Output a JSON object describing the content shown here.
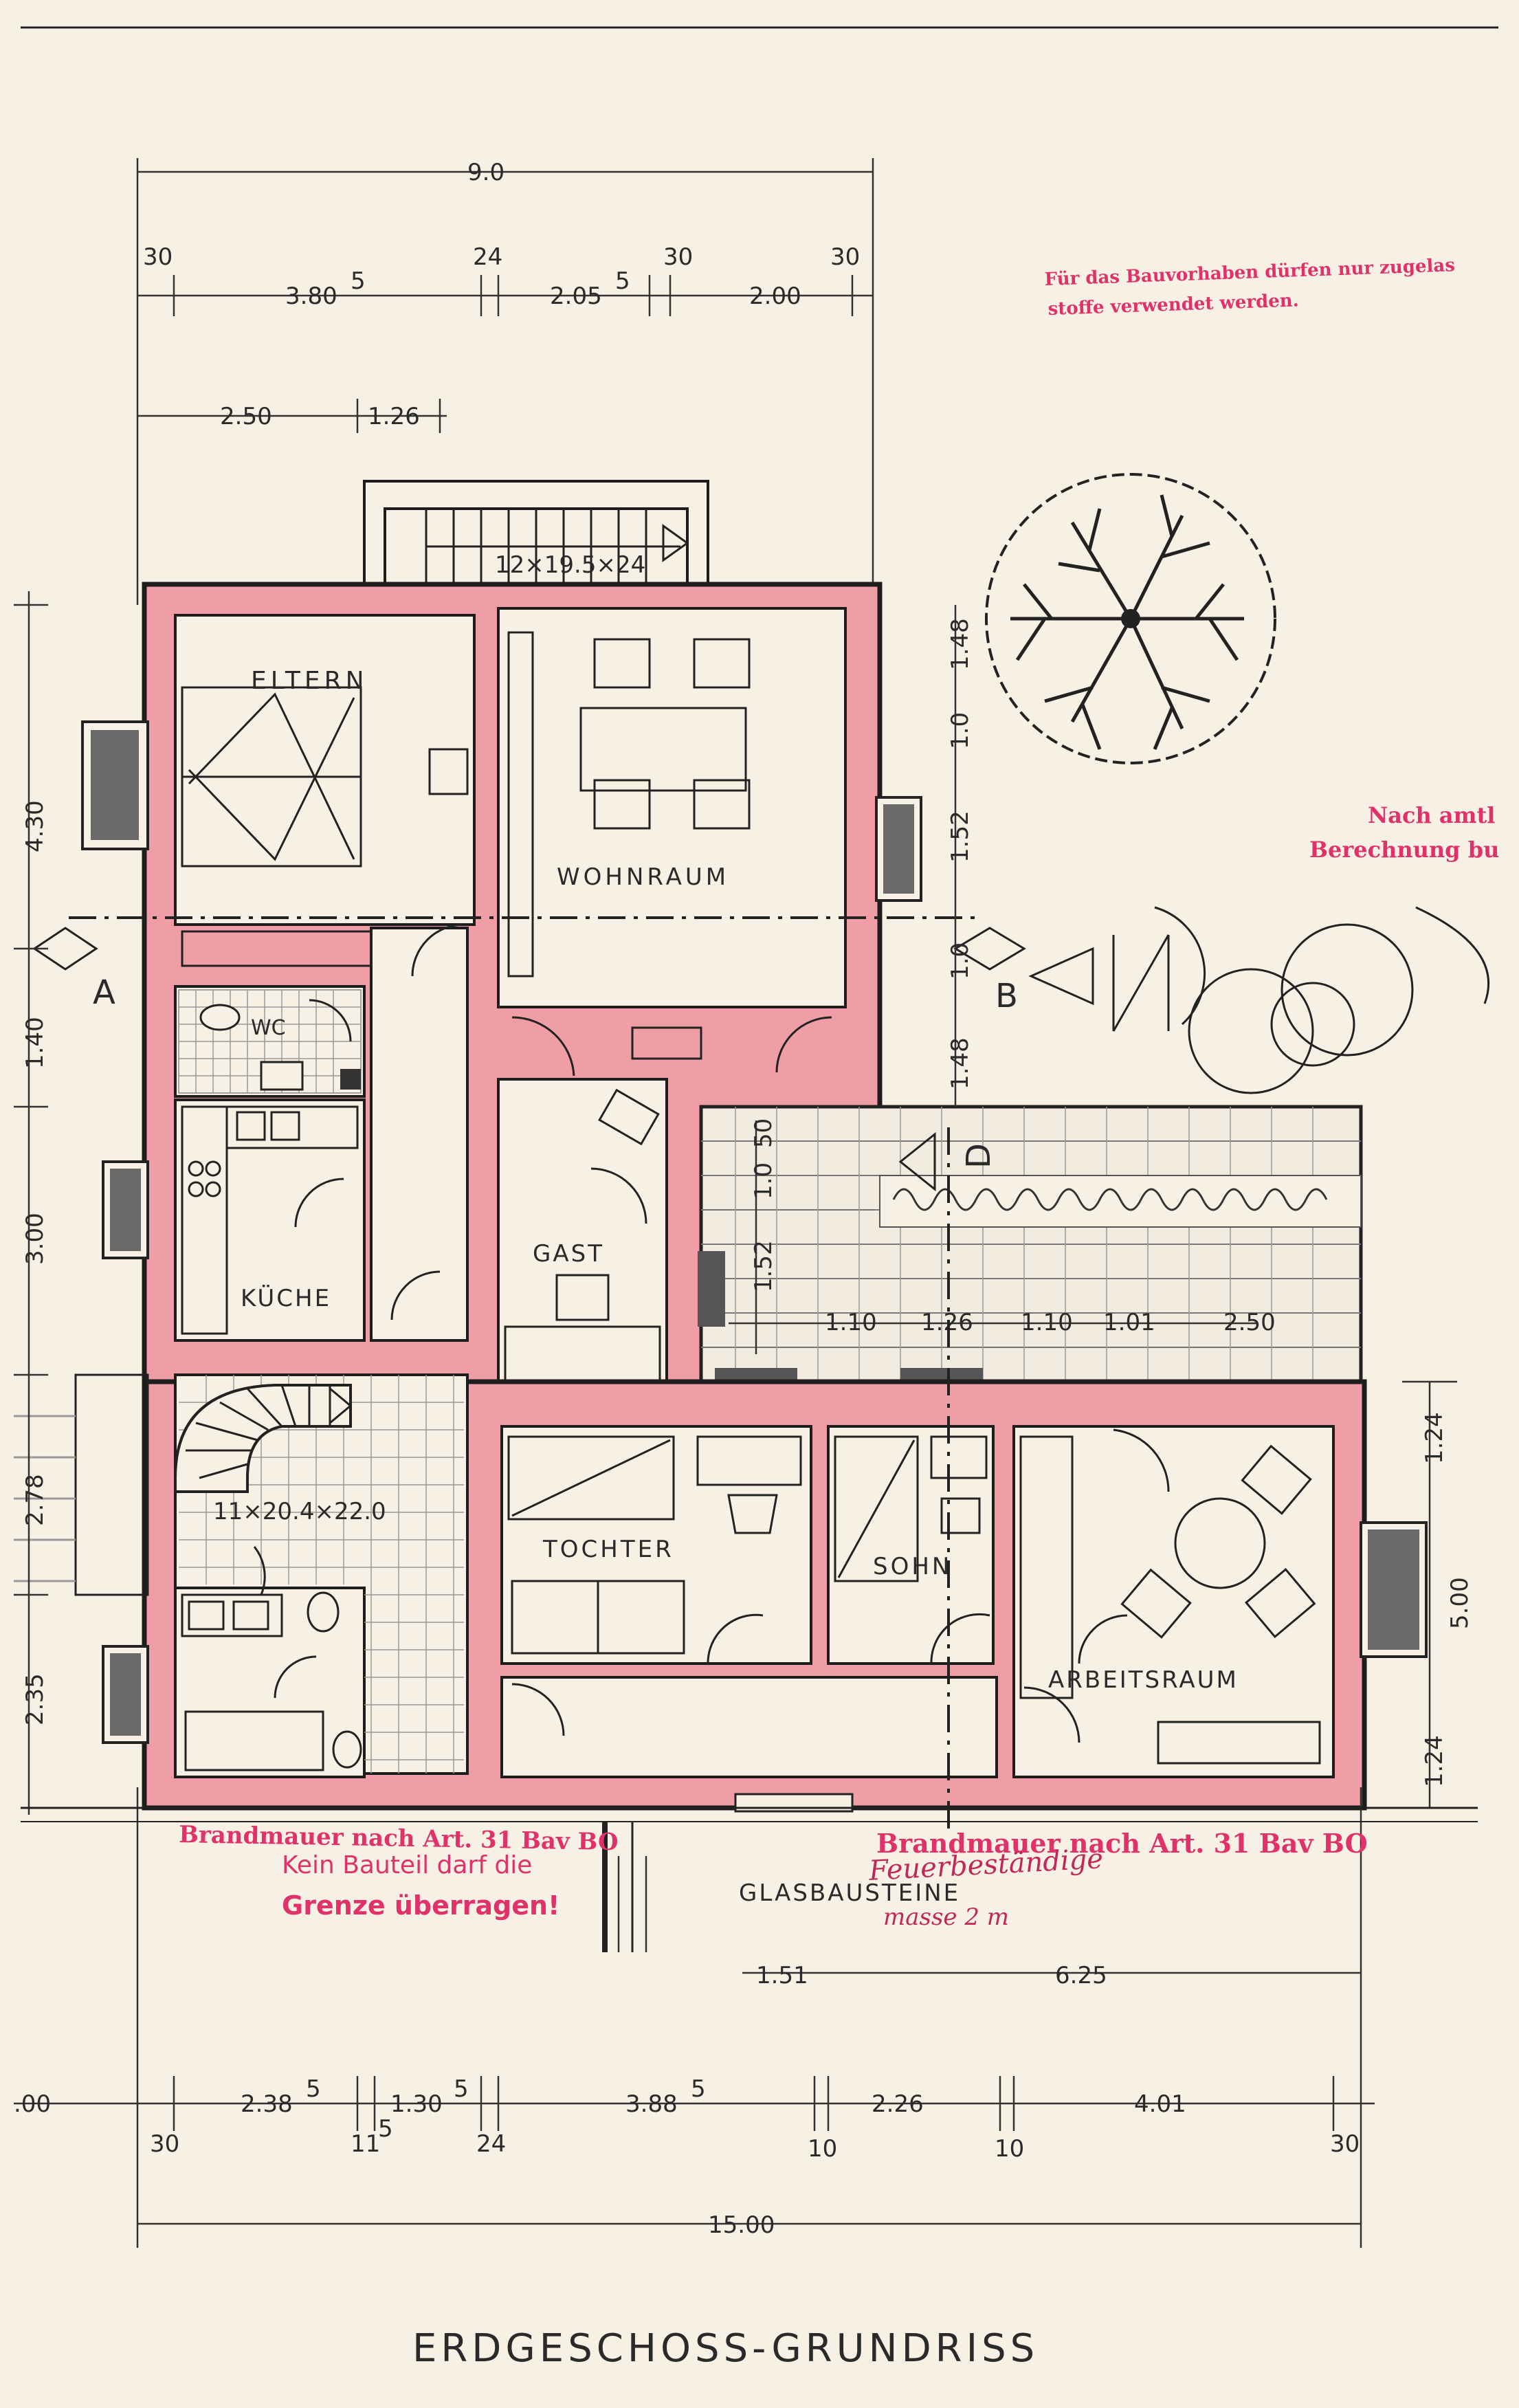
{
  "title": "ERDGESCHOSS-GRUNDRISS",
  "rooms": {
    "eltern": "ELTERN",
    "wohnraum": "WOHNRAUM",
    "wc": "WC",
    "kueche": "KÜCHE",
    "gast": "GAST",
    "tochter": "TOCHTER",
    "sohn": "SOHN",
    "arbeitsraum": "ARBEITSRAUM"
  },
  "stairs": {
    "outer": "12×19.5×24",
    "inner": "11×20.4×22.0"
  },
  "section_marks": {
    "a": "A",
    "b": "B",
    "d": "D"
  },
  "glasbausteine": "GLASBAUSTEINE",
  "dimensions": {
    "top_total": "9.0",
    "top_row1": [
      "30",
      "24",
      "30",
      "30"
    ],
    "top_row2": [
      "3.80",
      "2.05",
      "2.00"
    ],
    "top_row2_sup": [
      "5",
      "5"
    ],
    "top_row3": [
      "2.50",
      "1.26"
    ],
    "left": [
      "4.30",
      "1.40",
      "3.00",
      "2.78",
      "2.35"
    ],
    "right_upper": [
      "1.48",
      "1.0",
      "1.52",
      "1.0",
      "1.48"
    ],
    "terrace_vertical": [
      "50",
      "1.0",
      "1.52"
    ],
    "terrace_horizontal": [
      "1.10",
      "1.26",
      "1.10",
      "1.01",
      "2.50"
    ],
    "right_lower": [
      "1.24",
      "5.00",
      "1.24"
    ],
    "bottom_row1": [
      "1.51",
      "6.25"
    ],
    "bottom_row2": [
      ".00",
      "2.38",
      "1.30",
      "3.88",
      "2.26",
      "4.01"
    ],
    "bottom_row2_sup": [
      "5",
      "5",
      "5"
    ],
    "bottom_row3": [
      "30",
      "11",
      "24",
      "10",
      "10",
      "30"
    ],
    "bottom_row3_sup": [
      "5"
    ],
    "bottom_total": "15.00"
  },
  "stamps": {
    "top_right_1": "Für das Bauvorhaben dürfen nur zugelas",
    "top_right_2": "stoffe verwendet werden.",
    "right_1": "Nach amtl",
    "right_2": "Berechnung bu",
    "brandmauer_left": "Brandmauer nach Art. 31 Bav BO",
    "brandmauer_right": "Brandmauer nach Art. 31 Bav BO",
    "grenze_1": "Kein Bauteil darf die",
    "grenze_2": "Grenze überragen!",
    "hand_1": "Feuerbeständige",
    "hand_2": "masse 2 m"
  },
  "colors": {
    "wall_fill": "#ef9ea6",
    "stamp": "#e0316a",
    "paper": "#f6f1e4"
  }
}
